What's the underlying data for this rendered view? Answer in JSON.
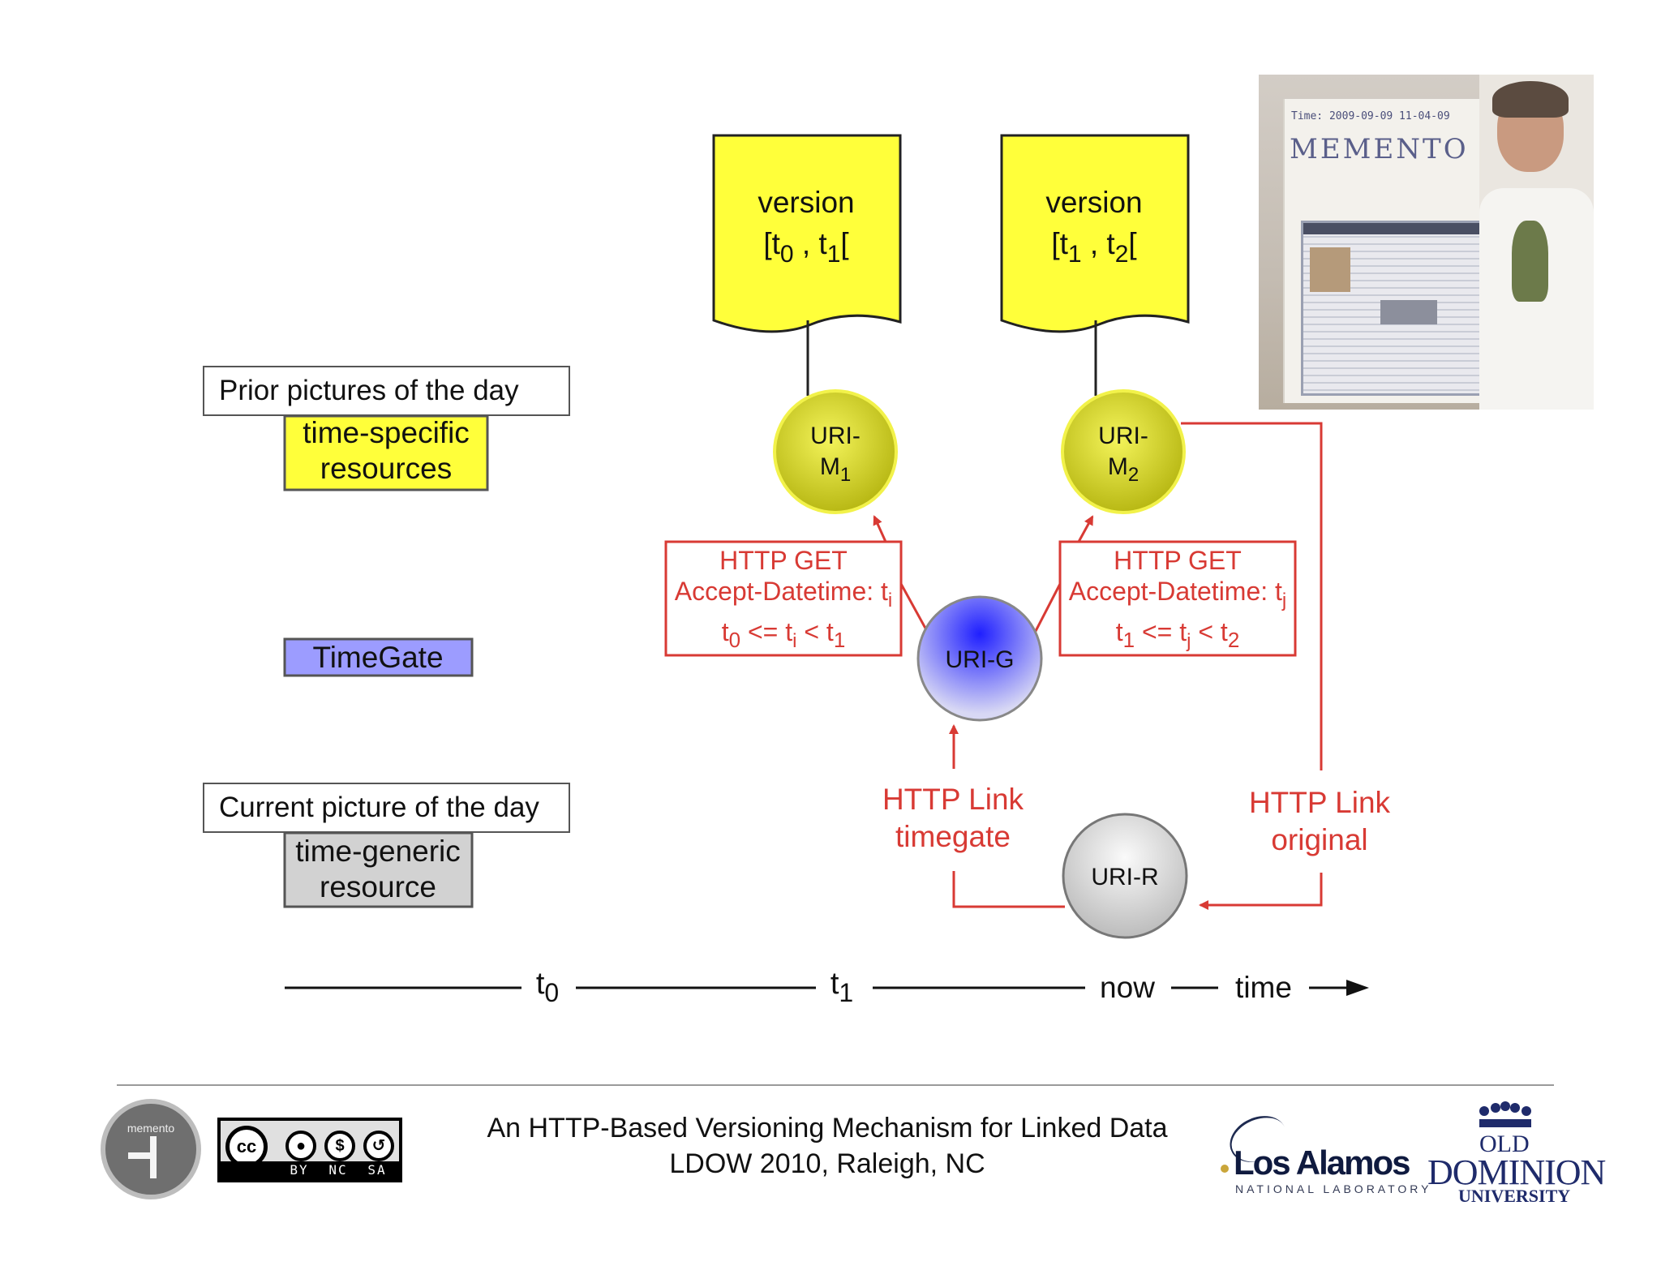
{
  "legend": {
    "time_specific_line1": "time-specific",
    "time_specific_line2": "resources",
    "timegate": "TimeGate",
    "time_generic_line1": "time-generic",
    "time_generic_line2": "resource"
  },
  "callouts": {
    "prior": "Prior pictures of the day",
    "current": "Current picture of the day"
  },
  "versions": {
    "v1_line1": "version",
    "v1_bracket": "[t",
    "v1_sub_a": "0",
    "v1_sep": " , t",
    "v1_sub_b": "1",
    "v1_close": "[",
    "v2_line1": "version",
    "v2_bracket": "[t",
    "v2_sub_a": "1",
    "v2_sep": " , t",
    "v2_sub_b": "2",
    "v2_close": "["
  },
  "nodes": {
    "m1_line1": "URI-",
    "m1_line2": "M",
    "m1_sub": "1",
    "m2_line1": "URI-",
    "m2_line2": "M",
    "m2_sub": "2",
    "g": "URI-G",
    "r": "URI-R"
  },
  "requests": {
    "left_line1": "HTTP GET",
    "left_line2": "Accept-Datetime: t",
    "left_line2_sub": "i",
    "left_line3_a": "t",
    "left_line3_sub_a": "0",
    "left_line3_b": " <=  t",
    "left_line3_sub_b": "i",
    "left_line3_c": " < t",
    "left_line3_sub_c": "1",
    "right_line1": "HTTP GET",
    "right_line2": "Accept-Datetime: t",
    "right_line2_sub": "j",
    "right_line3_a": "t",
    "right_line3_sub_a": "1",
    "right_line3_b": " <=  t",
    "right_line3_sub_b": "j",
    "right_line3_c": " < t",
    "right_line3_sub_c": "2"
  },
  "links": {
    "timegate_line1": "HTTP Link",
    "timegate_line2": "timegate",
    "original_line1": "HTTP Link",
    "original_line2": "original"
  },
  "timeline": {
    "t0": "t",
    "t0_sub": "0",
    "t1": "t",
    "t1_sub": "1",
    "now": "now",
    "time": "time"
  },
  "photo": {
    "caption": "Time: 2009-09-09 11-04-09",
    "handwriting": "MEMENTO"
  },
  "footer": {
    "title_line1": "An HTTP-Based Versioning Mechanism for Linked Data",
    "title_line2": "LDOW 2010, Raleigh, NC",
    "memento_logo_text": "memento",
    "cc_symbol": "cc",
    "cc_by": "BY",
    "cc_nc": "NC",
    "cc_sa": "SA",
    "lanl_name": "Los Alamos",
    "lanl_sub": "NATIONAL LABORATORY",
    "odu_line1": "OLD",
    "odu_line2": "DOMINION",
    "odu_line3": "UNIVERSITY"
  },
  "colors": {
    "yellow": "#ffff3a",
    "red": "#d83a34",
    "node_yellow": "#d8d82a",
    "timegate_blue": "#9c9cff",
    "generic_gray": "#d2d2d2"
  }
}
